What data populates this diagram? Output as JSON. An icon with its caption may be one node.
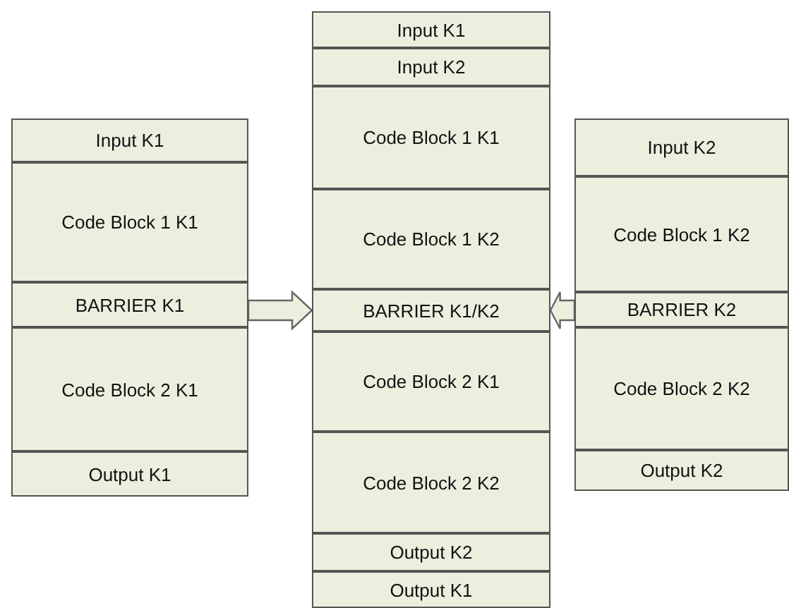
{
  "diagram": {
    "nodes": [
      {
        "text": [
          "Input K1"
        ]
      },
      {
        "text": [
          "Code Block 1 K1"
        ]
      },
      {
        "text": [
          "BARRIER K1"
        ]
      },
      {
        "text": [
          "Code Block 2 K1"
        ]
      },
      {
        "text": [
          "Output K1"
        ]
      },
      {
        "text": [
          "Input K1"
        ]
      },
      {
        "text": [
          "Input K2"
        ]
      },
      {
        "text": [
          "Code Block 1 K1"
        ]
      },
      {
        "text": [
          "Code Block 1 K2"
        ]
      },
      {
        "text": [
          "BARRIER K1/K2"
        ]
      },
      {
        "text": [
          "Code Block 2 K1"
        ]
      },
      {
        "text": [
          "Code Block 2 K2"
        ]
      },
      {
        "text": [
          "Output K2"
        ]
      },
      {
        "text": [
          "Output K1"
        ]
      },
      {
        "text": [
          "Input K2"
        ]
      },
      {
        "text": [
          "Code Block 1 K2"
        ]
      },
      {
        "text": [
          "BARRIER K2"
        ]
      },
      {
        "text": [
          "Code Block 2 K2"
        ]
      },
      {
        "text": [
          "Output K2"
        ]
      }
    ],
    "edges": [
      {
        "from": 2,
        "to": 9,
        "arrow": "to"
      },
      {
        "from": 16,
        "to": 9,
        "arrow": "to"
      }
    ]
  }
}
